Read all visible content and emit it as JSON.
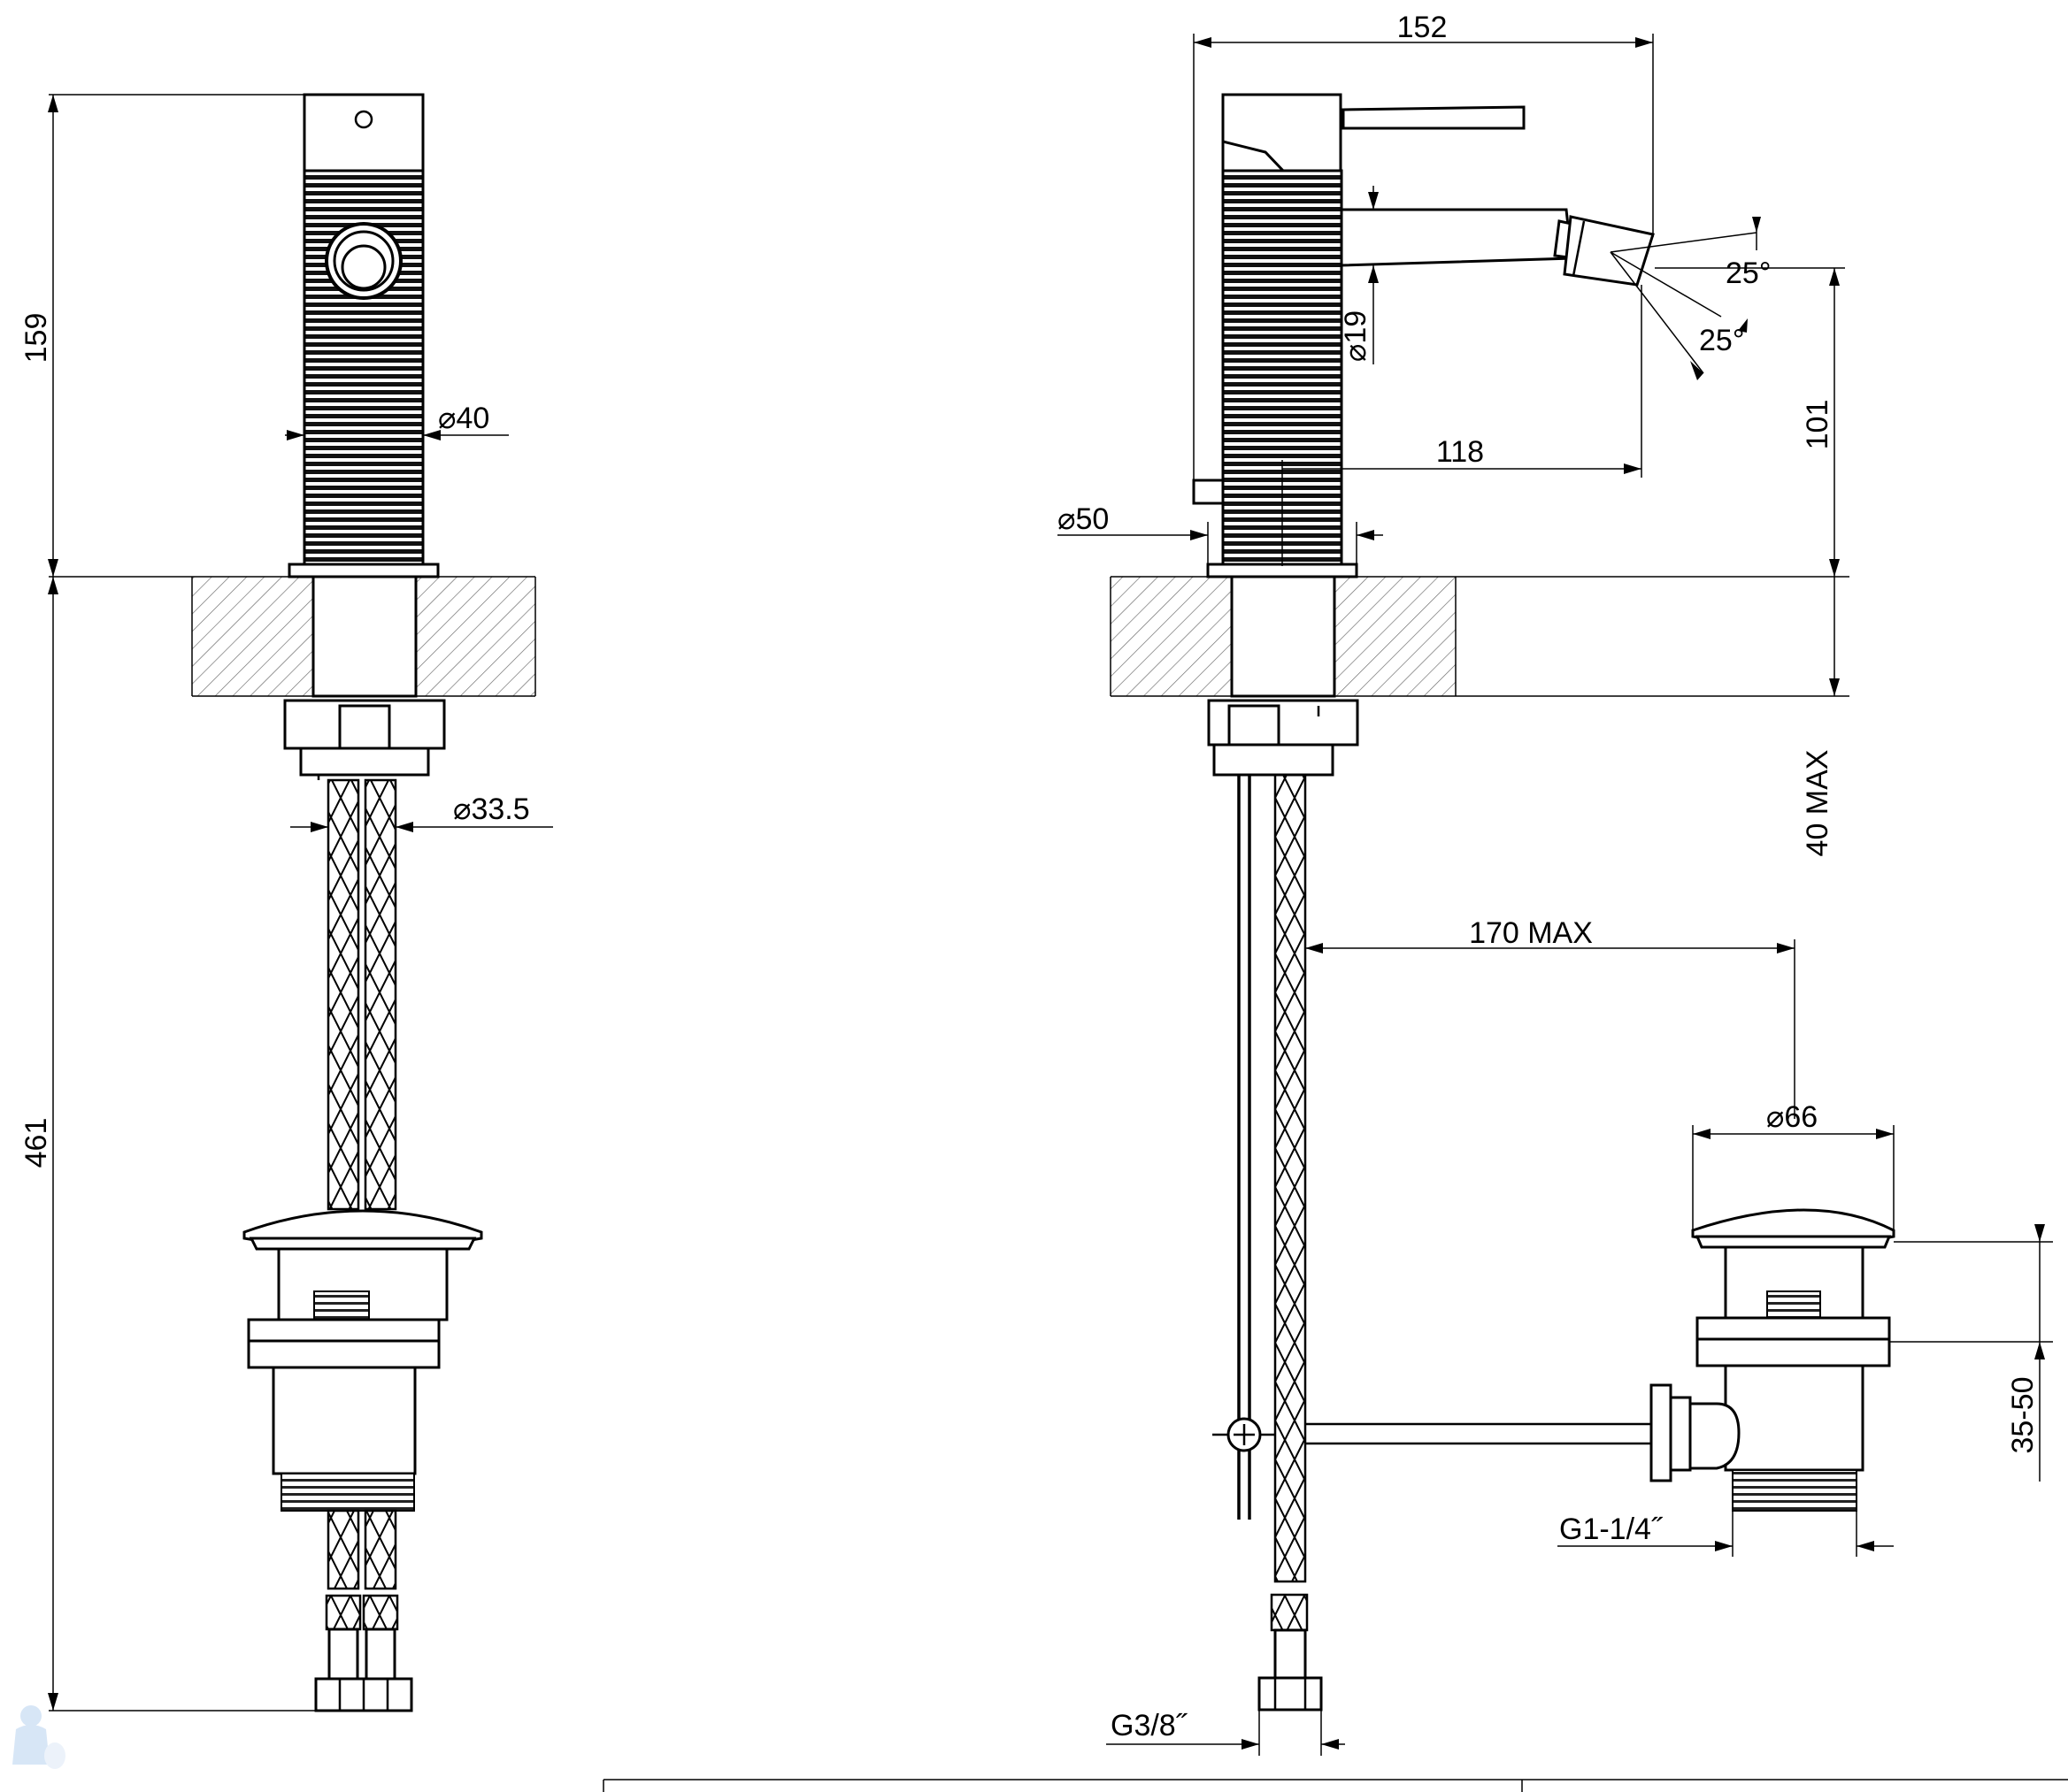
{
  "title": "Bidet mixer with pop-up waste — technical drawing",
  "dimensions": {
    "front_height_top": "159",
    "front_height_total": "461",
    "front_body_diameter": "⌀40",
    "front_hose_diameter": "⌀33.5",
    "side_overall_length": "152",
    "side_spout_diameter": "⌀19",
    "side_angle_up": "25°",
    "side_angle_down": "25°",
    "side_spout_height": "101",
    "side_spout_reach": "118",
    "side_base_diameter": "⌀50",
    "side_deck_thickness": "40 MAX",
    "side_waste_offset": "170 MAX",
    "side_waste_diameter": "⌀66",
    "side_waste_range": "35-50",
    "side_waste_thread": "G1-1/4˝",
    "side_hose_thread": "G3/8˝"
  }
}
